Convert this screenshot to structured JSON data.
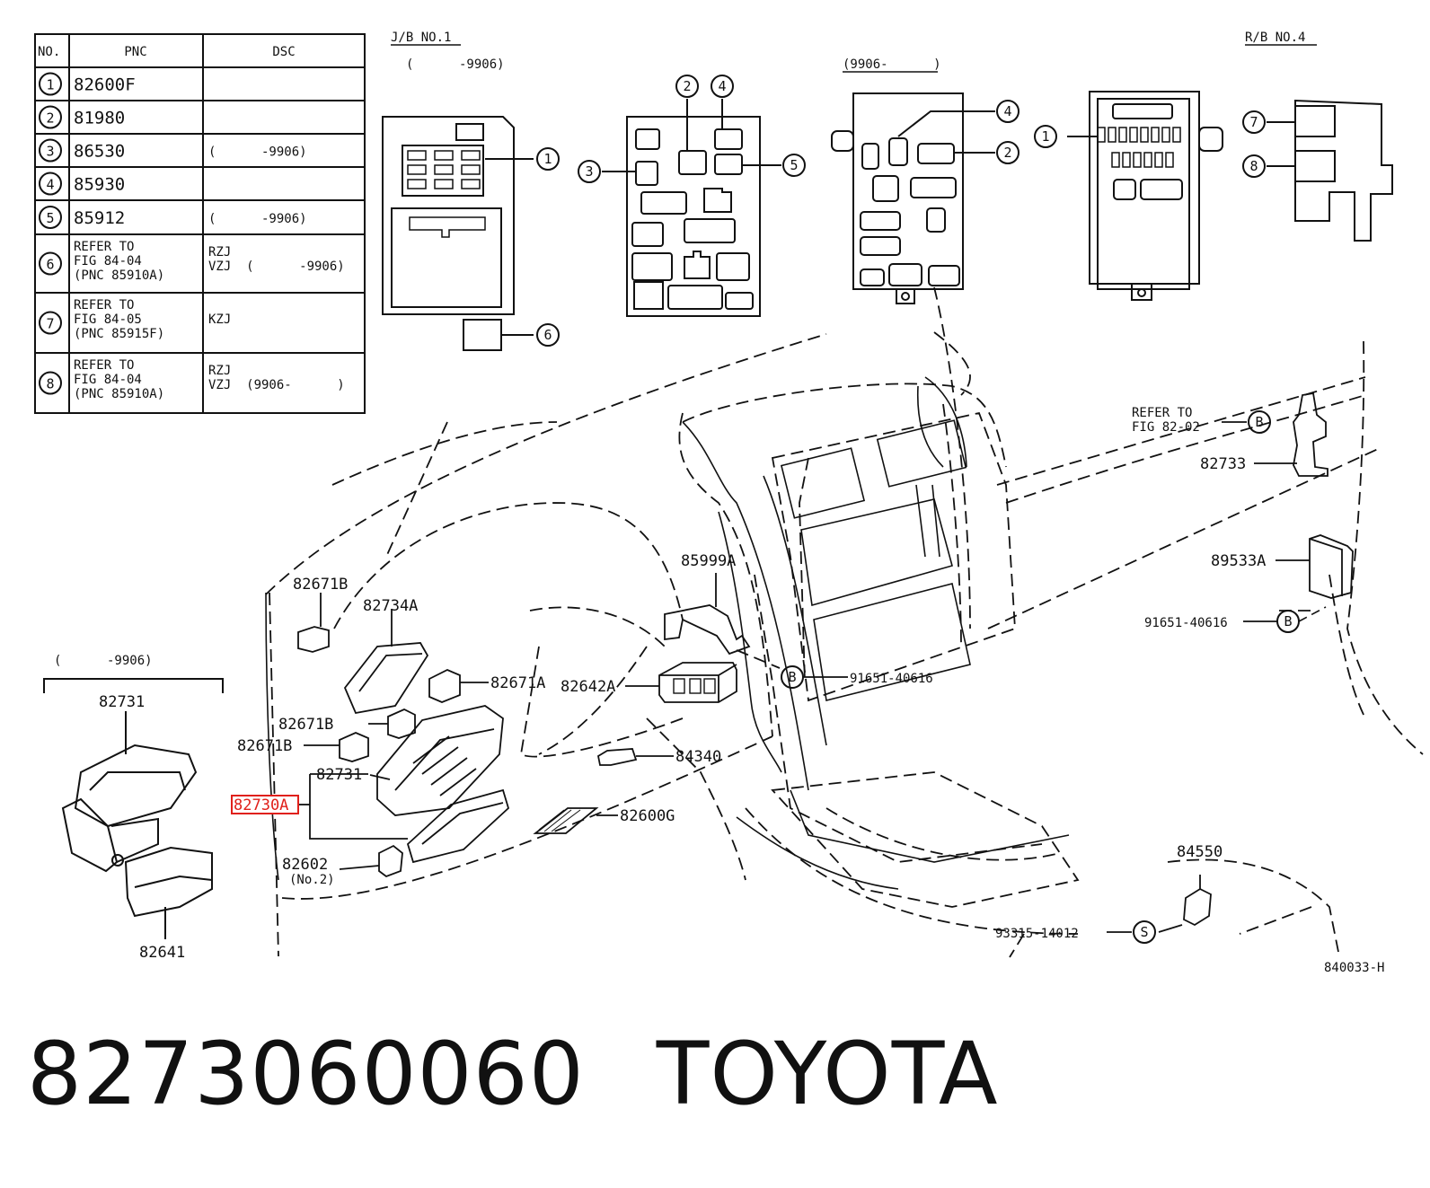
{
  "legend": {
    "headers": {
      "no": "NO.",
      "pnc": "PNC",
      "dsc": "DSC"
    },
    "rows": [
      {
        "no": "1",
        "pnc": [
          "82600F"
        ],
        "dsc": []
      },
      {
        "no": "2",
        "pnc": [
          "81980"
        ],
        "dsc": []
      },
      {
        "no": "3",
        "pnc": [
          "86530"
        ],
        "dsc": [
          "(      -9906)"
        ]
      },
      {
        "no": "4",
        "pnc": [
          "85930"
        ],
        "dsc": []
      },
      {
        "no": "5",
        "pnc": [
          "85912"
        ],
        "dsc": [
          "(      -9906)"
        ]
      },
      {
        "no": "6",
        "pnc": [
          "REFER TO",
          "FIG 84-04",
          " (PNC 85910A)"
        ],
        "dsc": [
          "RZJ",
          "VZJ  (      -9906)"
        ]
      },
      {
        "no": "7",
        "pnc": [
          "REFER TO",
          "FIG 84-05",
          " (PNC 85915F)"
        ],
        "dsc": [
          "KZJ"
        ]
      },
      {
        "no": "8",
        "pnc": [
          "REFER TO",
          "FIG 84-04",
          " (PNC 85910A)"
        ],
        "dsc": [
          "RZJ",
          "VZJ  (9906-      )"
        ]
      }
    ]
  },
  "headers": {
    "jb1": "J/B NO.1",
    "jb1_range": "(      -9906)",
    "mid_range": "(9906-      )",
    "rb4": "R/B NO.4",
    "left_range": "(      -9906)"
  },
  "callout_numbers": [
    "1",
    "2",
    "3",
    "4",
    "5",
    "6",
    "7",
    "8"
  ],
  "callout_letters": {
    "b": "B",
    "s": "S"
  },
  "parts": {
    "p82671B_top": "82671B",
    "p82734A": "82734A",
    "p82671A": "82671A",
    "p82642A": "82642A",
    "p85999A": "85999A",
    "p91651_mid": "91651-40616",
    "p82671B_2": "82671B",
    "p82671B_3": "82671B",
    "p82731_mid": "82731",
    "p82730A": "82730A",
    "p84340": "84340",
    "p82600G": "82600G",
    "p82602": "82602",
    "p82602_note": "(No.2)",
    "p82731_left": "82731",
    "p82641": "82641",
    "refer_to": "REFER TO",
    "refer_fig": "FIG 82-02",
    "p82733": "82733",
    "p89533A": "89533A",
    "p91651_right": "91651-40616",
    "p84550": "84550",
    "p93315": "93315-14012",
    "p840033": "840033-H"
  },
  "highlight_color": "#e0201a",
  "caption": {
    "part_number": "8273060060",
    "brand": "TOYOTA"
  }
}
